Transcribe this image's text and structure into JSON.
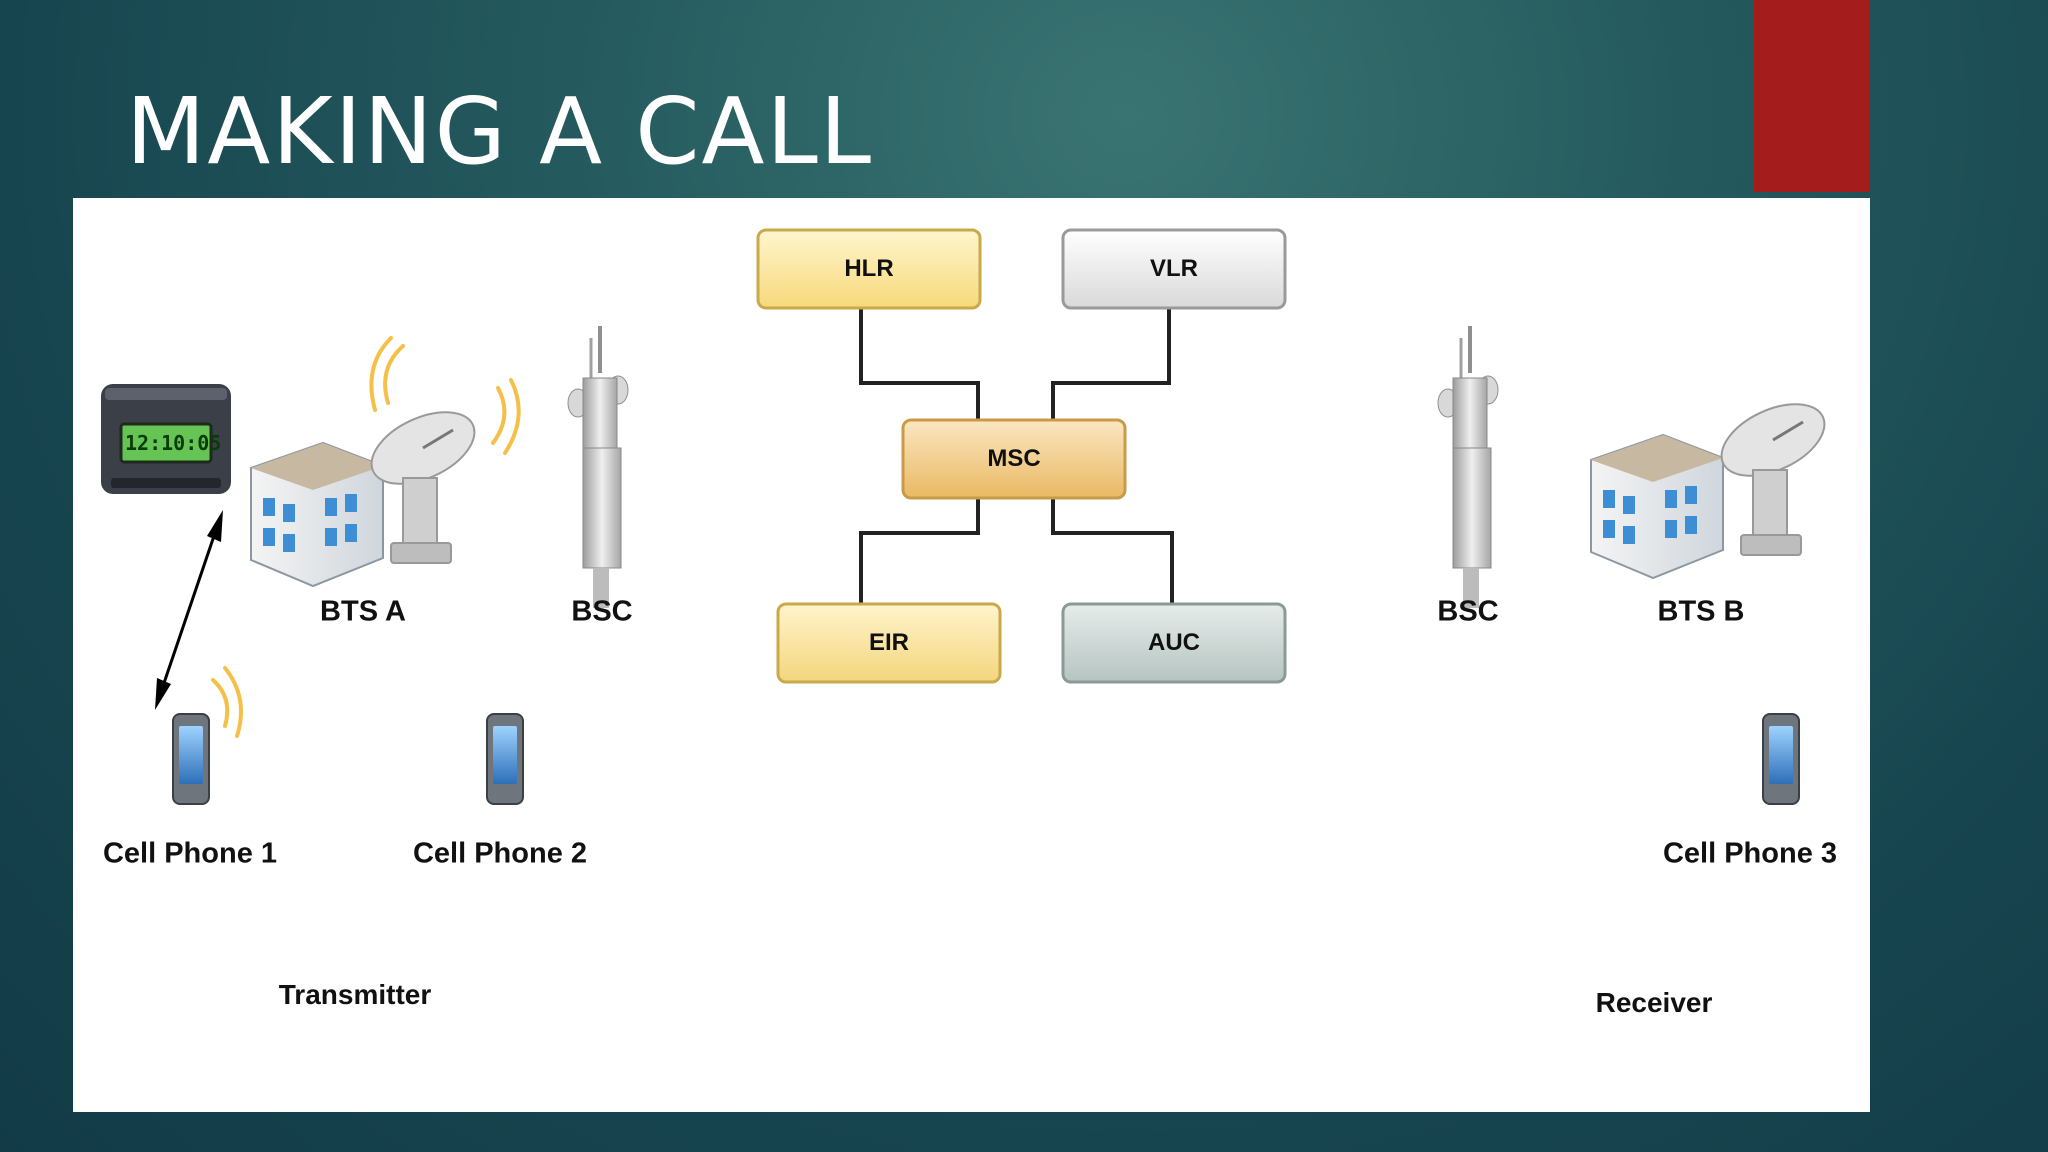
{
  "slide": {
    "title": "MAKING A CALL",
    "accent_color": "#a51c1c"
  },
  "diagram": {
    "network_nodes": {
      "hlr": "HLR",
      "vlr": "VLR",
      "msc": "MSC",
      "eir": "EIR",
      "auc": "AUC"
    },
    "left_site": {
      "bts": "BTS A",
      "bsc": "BSC",
      "phone1": "Cell Phone 1",
      "phone2": "Cell Phone 2",
      "side": "Transmitter",
      "clock_time": "12:10:05"
    },
    "right_site": {
      "bts": "BTS B",
      "bsc": "BSC",
      "phone3": "Cell Phone 3",
      "side": "Receiver"
    },
    "icons": {
      "clock": "digital-clock-icon",
      "building": "building-icon",
      "dish": "satellite-dish-icon",
      "tower": "cell-tower-icon",
      "phone": "mobile-phone-icon",
      "waves": "signal-waves-icon",
      "arrow": "double-arrow-icon"
    }
  }
}
